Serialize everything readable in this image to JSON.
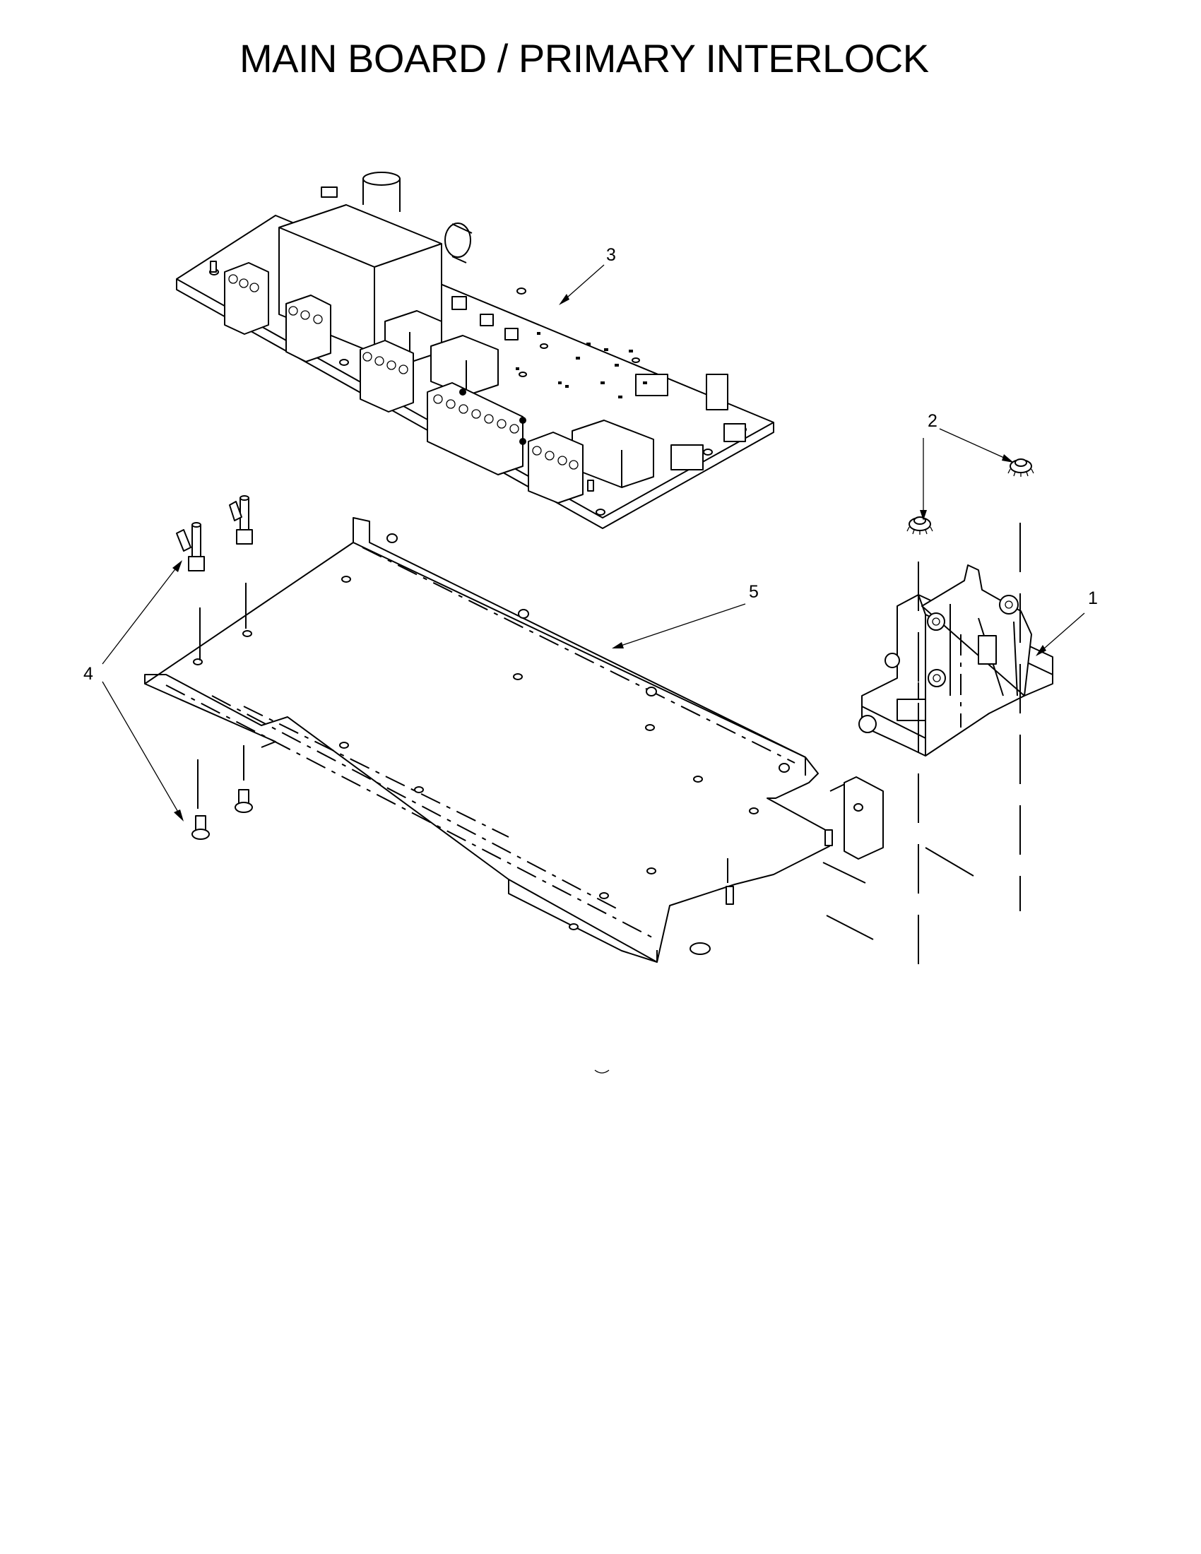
{
  "title": "MAIN BOARD / PRIMARY INTERLOCK",
  "callouts": [
    {
      "id": "1",
      "label": "1"
    },
    {
      "id": "2",
      "label": "2"
    },
    {
      "id": "3",
      "label": "3"
    },
    {
      "id": "4",
      "label": "4"
    },
    {
      "id": "5",
      "label": "5"
    }
  ],
  "parts": [
    {
      "callout": "1",
      "icon": "interlock-switch-assembly-icon"
    },
    {
      "callout": "2",
      "icon": "lock-nut-icon"
    },
    {
      "callout": "3",
      "icon": "main-control-board-icon"
    },
    {
      "callout": "4",
      "icon": "standoff-and-screw-icon"
    },
    {
      "callout": "5",
      "icon": "mounting-plate-icon"
    }
  ]
}
